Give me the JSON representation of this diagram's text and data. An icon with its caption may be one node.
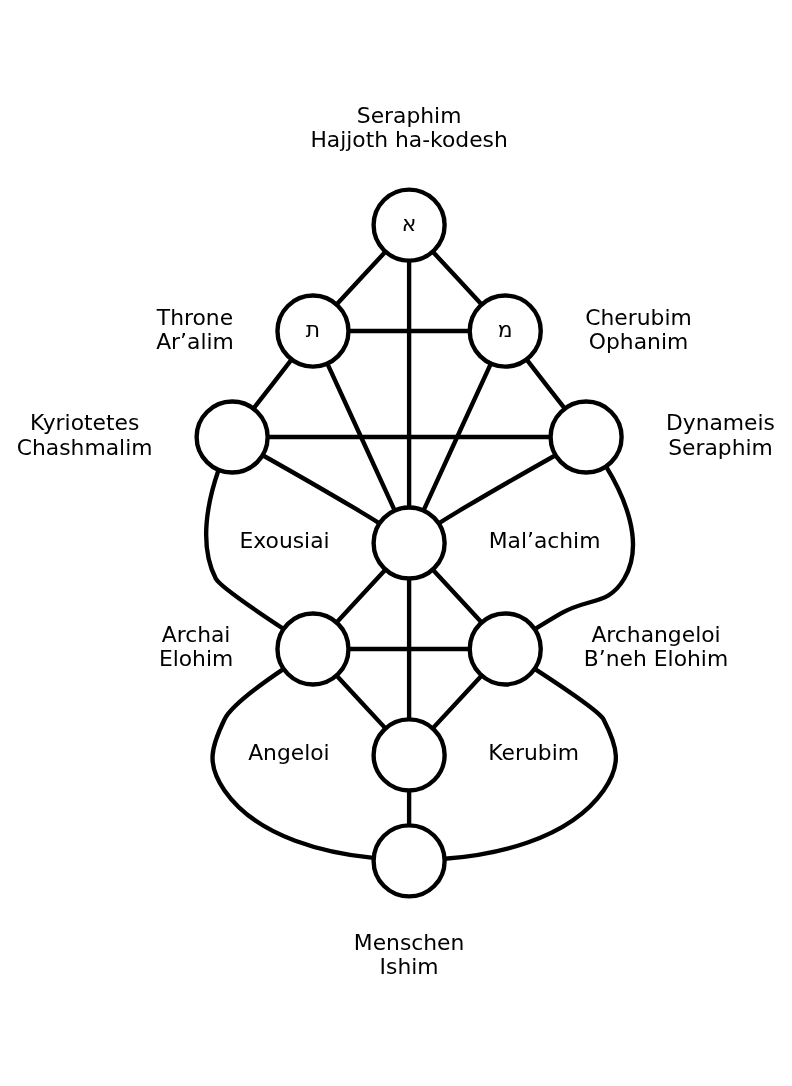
{
  "diagram": {
    "nodes": [
      {
        "text": [
          "א"
        ],
        "beside": [
          "Seraphim",
          "Hajjoth ha-kodesh"
        ]
      },
      {
        "text": [
          "ת"
        ],
        "beside": [
          "Throne",
          "Ar’alim"
        ]
      },
      {
        "text": [
          "מ"
        ],
        "beside": [
          "Cherubim",
          "Ophanim"
        ]
      },
      {
        "text": [],
        "shape": "circle",
        "beside": [
          "Kyriotetes",
          "Chashmalim"
        ]
      },
      {
        "text": [],
        "shape": "circle",
        "beside": [
          "Dynameis",
          "Seraphim"
        ]
      },
      {
        "text": [],
        "shape": "circle",
        "beside": [
          "Exousiai",
          "Mal’achim"
        ]
      },
      {
        "text": [],
        "shape": "circle",
        "beside": [
          "Archai",
          "Elohim"
        ]
      },
      {
        "text": [],
        "shape": "circle",
        "beside": [
          "Archangeloi",
          "B’neh Elohim"
        ]
      },
      {
        "text": [],
        "shape": "circle",
        "beside": [
          "Angeloi",
          "Kerubim"
        ]
      },
      {
        "text": [],
        "shape": "circle",
        "beside": [
          "Menschen",
          "Ishim"
        ]
      }
    ],
    "edges": [
      {
        "from": 0,
        "to": 1,
        "arrow": "none"
      },
      {
        "from": 0,
        "to": 2,
        "arrow": "none"
      },
      {
        "from": 0,
        "to": 5,
        "arrow": "none"
      },
      {
        "from": 1,
        "to": 2,
        "arrow": "none"
      },
      {
        "from": 1,
        "to": 3,
        "arrow": "none"
      },
      {
        "from": 1,
        "to": 5,
        "arrow": "none"
      },
      {
        "from": 2,
        "to": 5,
        "arrow": "none"
      },
      {
        "from": 2,
        "to": 4,
        "arrow": "none"
      },
      {
        "from": 3,
        "to": 4,
        "arrow": "none"
      },
      {
        "from": 3,
        "to": 5,
        "arrow": "none"
      },
      {
        "from": 3,
        "to": 6,
        "arrow": "none"
      },
      {
        "from": 4,
        "to": 5,
        "arrow": "none"
      },
      {
        "from": 4,
        "to": 7,
        "arrow": "none"
      },
      {
        "from": 5,
        "to": 6,
        "arrow": "none"
      },
      {
        "from": 5,
        "to": 7,
        "arrow": "none"
      },
      {
        "from": 5,
        "to": 8,
        "arrow": "none"
      },
      {
        "from": 6,
        "to": 7,
        "arrow": "none"
      },
      {
        "from": 6,
        "to": 8,
        "arrow": "none"
      },
      {
        "from": 6,
        "to": 9,
        "arrow": "none"
      },
      {
        "from": 7,
        "to": 8,
        "arrow": "none"
      },
      {
        "from": 7,
        "to": 9,
        "arrow": "none"
      },
      {
        "from": 8,
        "to": 9,
        "arrow": "none"
      }
    ]
  }
}
